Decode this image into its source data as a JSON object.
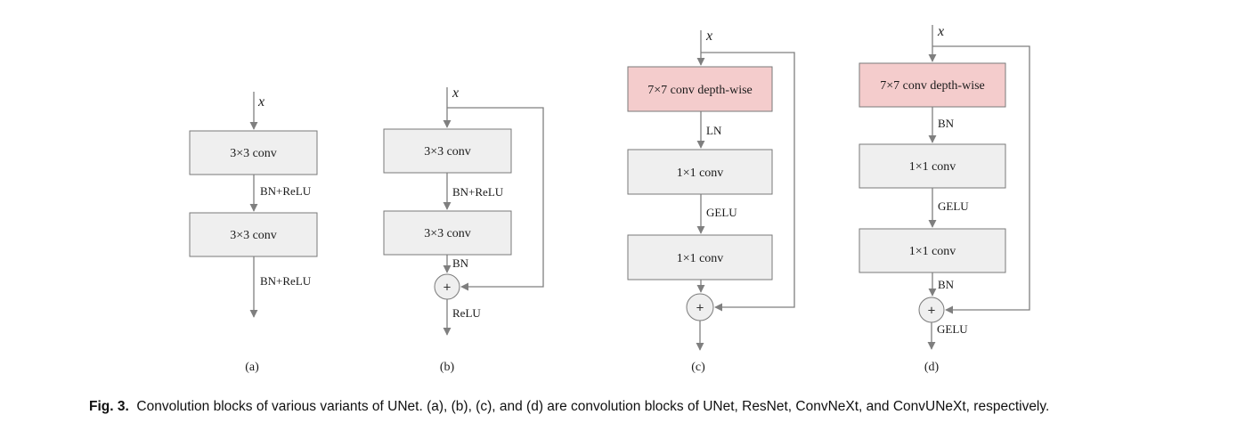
{
  "colors": {
    "box_fill": "#efefef",
    "box_stroke": "#7a7a7a",
    "highlight_fill": "#f4cccc",
    "line": "#7f7f7f"
  },
  "blocks": {
    "a": {
      "input": "x",
      "box1": "3×3 conv",
      "label1": "BN+ReLU",
      "box2": "3×3 conv",
      "label2": "BN+ReLU",
      "sublabel": "(a)"
    },
    "b": {
      "input": "x",
      "box1": "3×3 conv",
      "label1": "BN+ReLU",
      "box2": "3×3 conv",
      "label2": "BN",
      "plus": "+",
      "label3": "ReLU",
      "sublabel": "(b)"
    },
    "c": {
      "input": "x",
      "box1": "7×7 conv depth-wise",
      "label1": "LN",
      "box2": "1×1 conv",
      "label2": "GELU",
      "box3": "1×1 conv",
      "plus": "+",
      "sublabel": "(c)"
    },
    "d": {
      "input": "x",
      "box1": "7×7 conv depth-wise",
      "label1": "BN",
      "box2": "1×1 conv",
      "label2": "GELU",
      "box3": "1×1 conv",
      "label3": "BN",
      "plus": "+",
      "label4": "GELU",
      "sublabel": "(d)"
    }
  },
  "caption": {
    "label": "Fig. 3.",
    "text": "Convolution blocks of various variants of UNet. (a), (b), (c), and (d) are convolution blocks of UNet, ResNet, ConvNeXt, and ConvUNeXt, respectively."
  }
}
